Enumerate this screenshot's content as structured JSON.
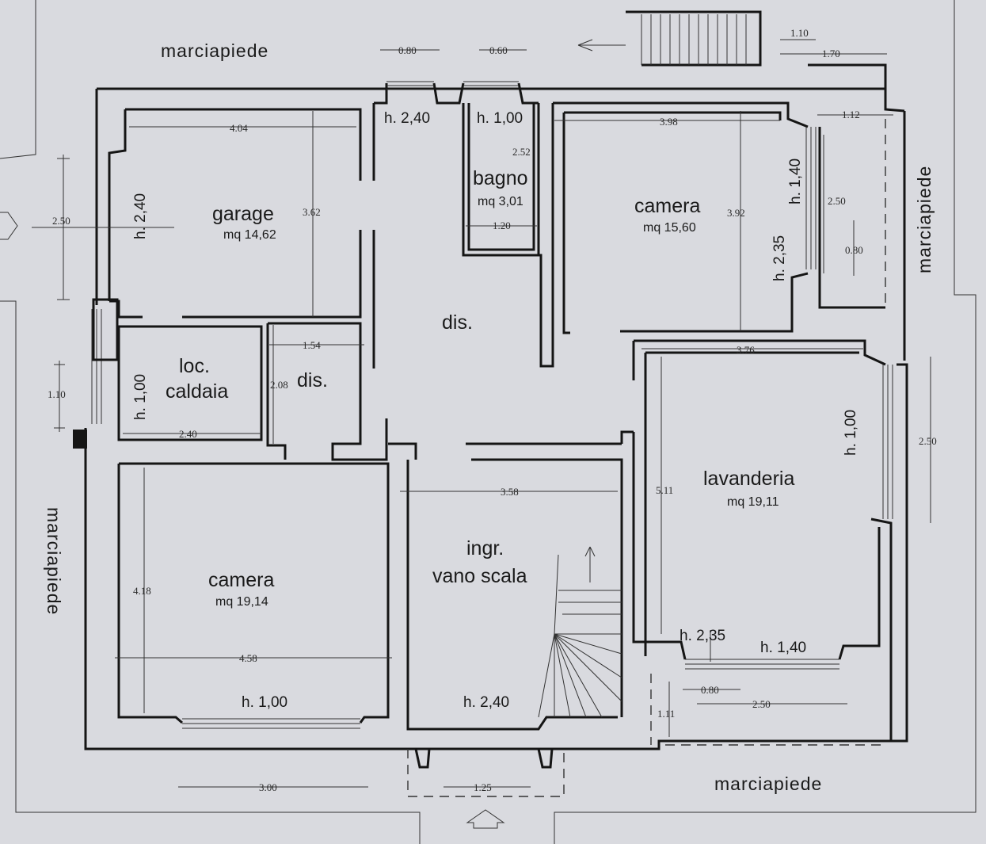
{
  "streets": {
    "top": "marciapiede",
    "right": "marciapiede",
    "left": "marciapiede",
    "bottom": "marciapiede"
  },
  "rooms": {
    "garage": {
      "name": "garage",
      "area": "mq 14,62"
    },
    "bagno": {
      "name": "bagno",
      "area": "mq 3,01"
    },
    "camera_top": {
      "name": "camera",
      "area": "mq 15,60"
    },
    "dis_main": {
      "name": "dis."
    },
    "loc_caldaia": {
      "line1": "loc.",
      "line2": "caldaia"
    },
    "dis_small": {
      "name": "dis."
    },
    "camera_bottom": {
      "name": "camera",
      "area": "mq 19,14"
    },
    "ingresso": {
      "line1": "ingr.",
      "line2": "vano scala"
    },
    "lavanderia": {
      "name": "lavanderia",
      "area": "mq 19,11"
    }
  },
  "heights": {
    "h_240_top": "h. 2,40",
    "h_100_bagno": "h. 1,00",
    "h_240_garage": "h. 2,40",
    "h_140_camera": "h. 1,40",
    "h_235_camera": "h. 2,35",
    "h_100_caldaia": "h. 1,00",
    "h_100_lav": "h. 1,00",
    "h_235_lav": "h. 2,35",
    "h_140_lav": "h. 1,40",
    "h_100_camera": "h. 1,00",
    "h_240_ingr": "h. 2,40"
  },
  "dimensions": {
    "d_080_top": "0.80",
    "d_060_top": "0.60",
    "d_110_top": "1.10",
    "d_170_top": "1.70",
    "d_112": "1.12",
    "d_404": "4.04",
    "d_362": "3.62",
    "d_250_left": "2.50",
    "d_252": "2.52",
    "d_120": "1.20",
    "d_398": "3.98",
    "d_392": "3.92",
    "d_250_right": "2.50",
    "d_080_right": "0.80",
    "d_154": "1.54",
    "d_208": "2.08",
    "d_110_left": "1.10",
    "d_240": "2.40",
    "d_376": "3.76",
    "d_250_lav": "2.50",
    "d_358": "3.58",
    "d_511": "5.11",
    "d_418": "4.18",
    "d_458": "4.58",
    "d_080_bottom": "0.80",
    "d_250_bottom": "2.50",
    "d_111": "1.11",
    "d_300": "3.00",
    "d_125": "1.25"
  },
  "colors": {
    "paper": "#d9dadf",
    "ink": "#151515"
  }
}
